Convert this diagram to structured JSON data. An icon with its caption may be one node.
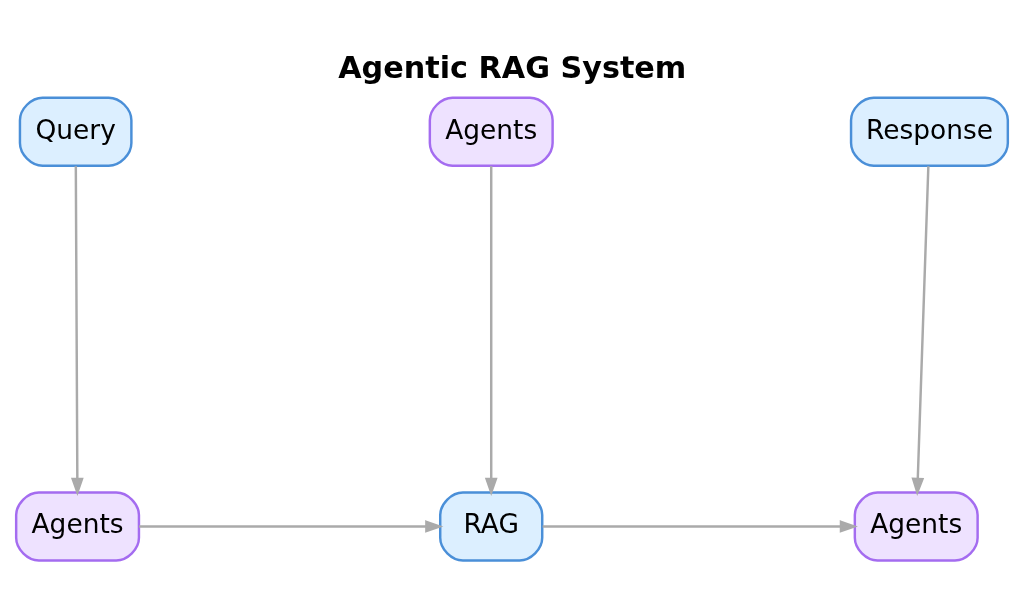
{
  "diagram": {
    "title": "Agentic RAG System",
    "nodes": [
      {
        "text": [
          "Query"
        ]
      },
      {
        "text": [
          "Agents"
        ]
      },
      {
        "text": [
          "Response"
        ]
      },
      {
        "text": [
          "Agents"
        ]
      },
      {
        "text": [
          "RAG"
        ]
      },
      {
        "text": [
          "Agents"
        ]
      }
    ],
    "edges": [
      {
        "from": 0,
        "to": 3,
        "arrow": "to"
      },
      {
        "from": 1,
        "to": 4,
        "arrow": "to"
      },
      {
        "from": 2,
        "to": 5,
        "arrow": "to"
      },
      {
        "from": 3,
        "to": 4,
        "arrow": "to"
      },
      {
        "from": 4,
        "to": 5,
        "arrow": "to"
      }
    ]
  }
}
